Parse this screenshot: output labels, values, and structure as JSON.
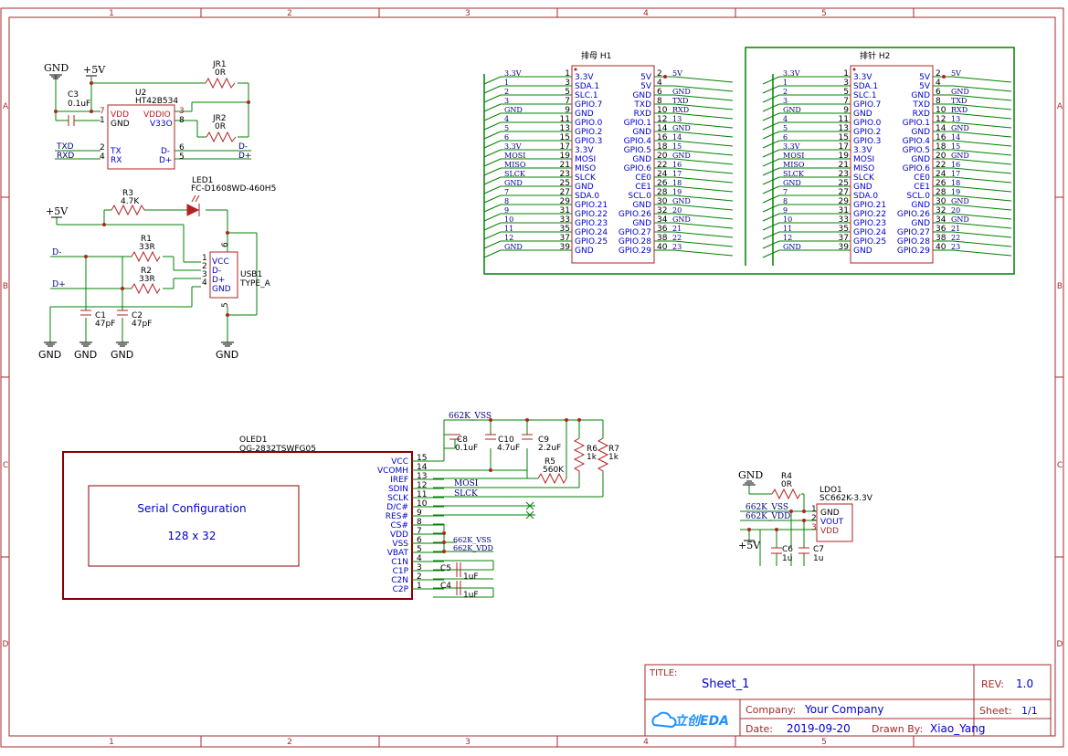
{
  "frame": {
    "col_labels": [
      "1",
      "2",
      "3",
      "4",
      "5"
    ],
    "row_labels": [
      "A",
      "B",
      "C",
      "D"
    ]
  },
  "title_block": {
    "title_label": "TITLE:",
    "title": "Sheet_1",
    "rev_label": "REV:",
    "rev": "1.0",
    "company_label": "Company:",
    "company": "Your Company",
    "sheet_label": "Sheet:",
    "sheet": "1/1",
    "date_label": "Date:",
    "date": "2019-09-20",
    "drawn_label": "Drawn By:",
    "drawn_by": "Xiao_Yang",
    "logo_text": "立创EDA"
  },
  "colors": {
    "border": "#a52a2a",
    "wire": "#008000",
    "component": "#b22222",
    "pin_text": "#000080",
    "net_text": "#000080",
    "pin_name": "#0000cd"
  },
  "u2": {
    "ref": "U2",
    "value": "HT42B534",
    "pins_left": [
      {
        "num": "7",
        "name": "VDD"
      },
      {
        "num": "1",
        "name": "GND"
      },
      {
        "num": "2",
        "name": "TX"
      },
      {
        "num": "4",
        "name": "RX"
      }
    ],
    "pins_right": [
      {
        "num": "3",
        "name": "VDDIO"
      },
      {
        "num": "8",
        "name": "V33O"
      },
      {
        "num": "6",
        "name": "D-"
      },
      {
        "num": "5",
        "name": "D+"
      }
    ]
  },
  "top_left_parts": {
    "gnd": "GND",
    "vcc": "+5V",
    "c3_ref": "C3",
    "c3_val": "0.1uF",
    "jr1_ref": "JR1",
    "jr1_val": "0R",
    "jr2_ref": "JR2",
    "jr2_val": "0R",
    "txd": "TXD",
    "rxd": "RXD",
    "dm": "D-",
    "dp": "D+"
  },
  "usb_parts": {
    "vcc": "+5V",
    "r3_ref": "R3",
    "r3_val": "4.7K",
    "led_ref": "LED1",
    "led_val": "FC-D1608WD-460H5",
    "r1_ref": "R1",
    "r1_val": "33R",
    "r2_ref": "R2",
    "r2_val": "33R",
    "dm": "D-",
    "dp": "D+",
    "usb_ref": "USB1",
    "usb_val": "TYPE_A",
    "usb_pins": [
      {
        "num": "1",
        "name": "VCC"
      },
      {
        "num": "2",
        "name": "D-"
      },
      {
        "num": "3",
        "name": "D+"
      },
      {
        "num": "4",
        "name": "GND"
      }
    ],
    "usb_pin6": "6",
    "usb_pin5": "5",
    "c1_ref": "C1",
    "c1_val": "47pF",
    "c2_ref": "C2",
    "c2_val": "47pF",
    "gnd": "GND"
  },
  "h1": {
    "title": "排母  H1",
    "rows": [
      {
        "ln": "3.3V",
        "lp": "1",
        "lname": "3.3V",
        "rname": "5V",
        "rp": "2",
        "rn": "5V"
      },
      {
        "ln": "1",
        "lp": "3",
        "lname": "SDA.1",
        "rname": "5V",
        "rp": "4",
        "rn": ""
      },
      {
        "ln": "2",
        "lp": "5",
        "lname": "SLC.1",
        "rname": "GND",
        "rp": "6",
        "rn": "GND"
      },
      {
        "ln": "3",
        "lp": "7",
        "lname": "GPIO.7",
        "rname": "TXD",
        "rp": "8",
        "rn": "TXD"
      },
      {
        "ln": "GND",
        "lp": "9",
        "lname": "GND",
        "rname": "RXD",
        "rp": "10",
        "rn": "RXD"
      },
      {
        "ln": "4",
        "lp": "11",
        "lname": "GPIO.0",
        "rname": "GPIO.1",
        "rp": "12",
        "rn": "13"
      },
      {
        "ln": "5",
        "lp": "13",
        "lname": "GPIO.2",
        "rname": "GND",
        "rp": "14",
        "rn": "GND"
      },
      {
        "ln": "6",
        "lp": "15",
        "lname": "GPIO.3",
        "rname": "GPIO.4",
        "rp": "16",
        "rn": "14"
      },
      {
        "ln": "3.3V",
        "lp": "17",
        "lname": "3.3V",
        "rname": "GPIO.5",
        "rp": "18",
        "rn": "15"
      },
      {
        "ln": "MOSI",
        "lp": "19",
        "lname": "MOSI",
        "rname": "GND",
        "rp": "20",
        "rn": "GND"
      },
      {
        "ln": "MISO",
        "lp": "21",
        "lname": "MISO",
        "rname": "GPIO.6",
        "rp": "22",
        "rn": "16"
      },
      {
        "ln": "SLCK",
        "lp": "23",
        "lname": "SLCK",
        "rname": "CE0",
        "rp": "24",
        "rn": "17"
      },
      {
        "ln": "GND",
        "lp": "25",
        "lname": "GND",
        "rname": "CE1",
        "rp": "26",
        "rn": "18"
      },
      {
        "ln": "7",
        "lp": "27",
        "lname": "SDA.0",
        "rname": "SCL.0",
        "rp": "28",
        "rn": "19"
      },
      {
        "ln": "8",
        "lp": "29",
        "lname": "GPIO.21",
        "rname": "GND",
        "rp": "30",
        "rn": "GND"
      },
      {
        "ln": "9",
        "lp": "31",
        "lname": "GPIO.22",
        "rname": "GPIO.26",
        "rp": "32",
        "rn": "20"
      },
      {
        "ln": "10",
        "lp": "33",
        "lname": "GPIO.23",
        "rname": "GND",
        "rp": "34",
        "rn": "GND"
      },
      {
        "ln": "11",
        "lp": "35",
        "lname": "GPIO.24",
        "rname": "GPIO.27",
        "rp": "36",
        "rn": "21"
      },
      {
        "ln": "12",
        "lp": "37",
        "lname": "GPIO.25",
        "rname": "GPIO.28",
        "rp": "38",
        "rn": "22"
      },
      {
        "ln": "GND",
        "lp": "39",
        "lname": "GND",
        "rname": "GPIO.29",
        "rp": "40",
        "rn": "23"
      }
    ]
  },
  "h2": {
    "title": "排针 H2",
    "rows": [
      {
        "ln": "3.3V",
        "lp": "1",
        "lname": "3.3V",
        "rname": "5V",
        "rp": "2",
        "rn": "5V"
      },
      {
        "ln": "1",
        "lp": "3",
        "lname": "SDA.1",
        "rname": "5V",
        "rp": "4",
        "rn": ""
      },
      {
        "ln": "2",
        "lp": "5",
        "lname": "SLC.1",
        "rname": "GND",
        "rp": "6",
        "rn": "GND"
      },
      {
        "ln": "3",
        "lp": "7",
        "lname": "GPIO.7",
        "rname": "TXD",
        "rp": "8",
        "rn": "TXD"
      },
      {
        "ln": "GND",
        "lp": "9",
        "lname": "GND",
        "rname": "RXD",
        "rp": "10",
        "rn": "RXD"
      },
      {
        "ln": "4",
        "lp": "11",
        "lname": "GPIO.0",
        "rname": "GPIO.1",
        "rp": "12",
        "rn": "13"
      },
      {
        "ln": "5",
        "lp": "13",
        "lname": "GPIO.2",
        "rname": "GND",
        "rp": "14",
        "rn": "GND"
      },
      {
        "ln": "6",
        "lp": "15",
        "lname": "GPIO.3",
        "rname": "GPIO.4",
        "rp": "16",
        "rn": "14"
      },
      {
        "ln": "3.3V",
        "lp": "17",
        "lname": "3.3V",
        "rname": "GPIO.5",
        "rp": "18",
        "rn": "15"
      },
      {
        "ln": "MOSI",
        "lp": "19",
        "lname": "MOSI",
        "rname": "GND",
        "rp": "20",
        "rn": "GND"
      },
      {
        "ln": "MISO",
        "lp": "21",
        "lname": "MISO",
        "rname": "GPIO.6",
        "rp": "22",
        "rn": "16"
      },
      {
        "ln": "SLCK",
        "lp": "23",
        "lname": "SLCK",
        "rname": "CE0",
        "rp": "24",
        "rn": "17"
      },
      {
        "ln": "GND",
        "lp": "25",
        "lname": "GND",
        "rname": "CE1",
        "rp": "26",
        "rn": "18"
      },
      {
        "ln": "7",
        "lp": "27",
        "lname": "SDA.0",
        "rname": "SCL.0",
        "rp": "28",
        "rn": "19"
      },
      {
        "ln": "8",
        "lp": "29",
        "lname": "GPIO.21",
        "rname": "GND",
        "rp": "30",
        "rn": "GND"
      },
      {
        "ln": "9",
        "lp": "31",
        "lname": "GPIO.22",
        "rname": "GPIO.26",
        "rp": "32",
        "rn": "20"
      },
      {
        "ln": "10",
        "lp": "33",
        "lname": "GPIO.23",
        "rname": "GND",
        "rp": "34",
        "rn": "GND"
      },
      {
        "ln": "11",
        "lp": "35",
        "lname": "GPIO.24",
        "rname": "GPIO.27",
        "rp": "36",
        "rn": "21"
      },
      {
        "ln": "12",
        "lp": "37",
        "lname": "GPIO.25",
        "rname": "GPIO.28",
        "rp": "38",
        "rn": "22"
      },
      {
        "ln": "GND",
        "lp": "39",
        "lname": "GND",
        "rname": "GPIO.29",
        "rp": "40",
        "rn": "23"
      }
    ]
  },
  "oled": {
    "ref": "OLED1",
    "value": "QG-2832TSWFG05",
    "inner_line1": "Serial Configuration",
    "inner_line2": "128 x 32",
    "pins": [
      {
        "name": "VCC",
        "num": "15"
      },
      {
        "name": "VCOMH",
        "num": "14"
      },
      {
        "name": "IREF",
        "num": "13"
      },
      {
        "name": "SDIN",
        "num": "12"
      },
      {
        "name": "SCLK",
        "num": "11"
      },
      {
        "name": "D/C#",
        "num": "10"
      },
      {
        "name": "RES#",
        "num": "9"
      },
      {
        "name": "CS#",
        "num": "8"
      },
      {
        "name": "VDD",
        "num": "7"
      },
      {
        "name": "VSS",
        "num": "6"
      },
      {
        "name": "VBAT",
        "num": "5"
      },
      {
        "name": "C1N",
        "num": "4"
      },
      {
        "name": "C1P",
        "num": "3"
      },
      {
        "name": "C2N",
        "num": "2"
      },
      {
        "name": "C2P",
        "num": "1"
      }
    ],
    "vss_net": "662K_VSS",
    "c8_ref": "C8",
    "c8_val": "0.1uF",
    "c10_ref": "C10",
    "c10_val": "4.7uF",
    "c9_ref": "C9",
    "c9_val": "2.2uF",
    "r5_ref": "R5",
    "r5_val": "560K",
    "r6_ref": "R6",
    "r6_val": "1k",
    "r7_ref": "R7",
    "r7_val": "1k",
    "mosi": "MOSI",
    "slck": "SLCK",
    "vss2": "662K_VSS",
    "vdd": "662K_VDD",
    "c5_ref": "C5",
    "c5_val": "1uF",
    "c4_ref": "C4",
    "c4_val": "1uF"
  },
  "ldo": {
    "gnd": "GND",
    "r4_ref": "R4",
    "r4_val": "0R",
    "ref": "LDO1",
    "value": "SC662K-3.3V",
    "pins": [
      {
        "num": "1",
        "name": "GND"
      },
      {
        "num": "2",
        "name": "VOUT"
      },
      {
        "num": "3",
        "name": "VDD"
      }
    ],
    "vss": "662K_VSS",
    "vdd": "662K_VDD",
    "vcc": "+5V",
    "c6_ref": "C6",
    "c6_val": "1u",
    "c7_ref": "C7",
    "c7_val": "1u"
  }
}
